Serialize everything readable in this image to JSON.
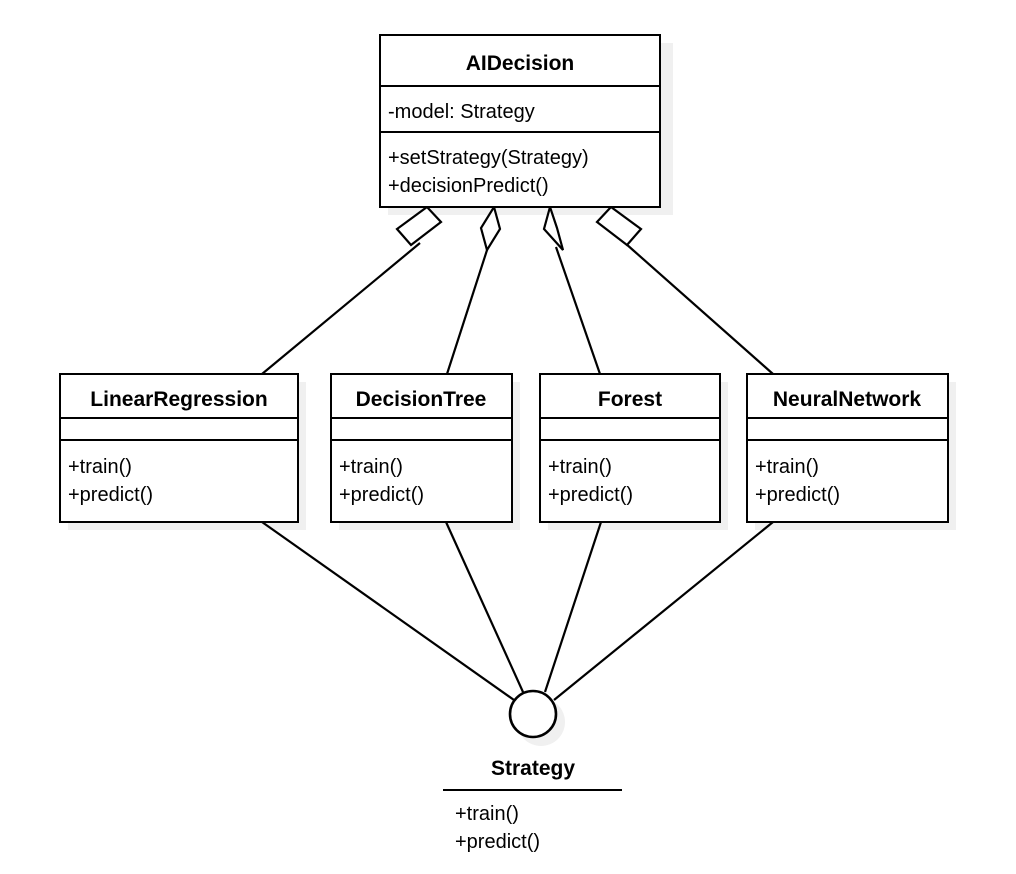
{
  "diagram": {
    "kind": "uml-class-diagram",
    "background_color": "#ffffff",
    "line_color": "#000000",
    "shadow_color": "#f0f0f0",
    "box_fill": "#ffffff"
  },
  "context_class": {
    "name": "AIDecision",
    "attributes": [
      "-model: Strategy"
    ],
    "operations": [
      "+setStrategy(Strategy)",
      "+decisionPredict()"
    ]
  },
  "strategy_classes": [
    {
      "name": "LinearRegression",
      "attributes": [],
      "operations": [
        "+train()",
        "+predict()"
      ]
    },
    {
      "name": "DecisionTree",
      "attributes": [],
      "operations": [
        "+train()",
        "+predict()"
      ]
    },
    {
      "name": "Forest",
      "attributes": [],
      "operations": [
        "+train()",
        "+predict()"
      ]
    },
    {
      "name": "NeuralNetwork",
      "attributes": [],
      "operations": [
        "+train()",
        "+predict()"
      ]
    }
  ],
  "interface": {
    "name": "Strategy",
    "operations": [
      "+train()",
      "+predict()"
    ],
    "notation": "lollipop-circle"
  },
  "relationships": [
    {
      "from": "AIDecision",
      "to": "LinearRegression",
      "type": "aggregation",
      "marker": "hollow-diamond"
    },
    {
      "from": "AIDecision",
      "to": "DecisionTree",
      "type": "aggregation",
      "marker": "hollow-diamond"
    },
    {
      "from": "AIDecision",
      "to": "Forest",
      "type": "aggregation",
      "marker": "hollow-diamond"
    },
    {
      "from": "AIDecision",
      "to": "NeuralNetwork",
      "type": "aggregation",
      "marker": "hollow-diamond"
    },
    {
      "from": "LinearRegression",
      "to": "Strategy",
      "type": "realization",
      "marker": "none"
    },
    {
      "from": "DecisionTree",
      "to": "Strategy",
      "type": "realization",
      "marker": "none"
    },
    {
      "from": "Forest",
      "to": "Strategy",
      "type": "realization",
      "marker": "none"
    },
    {
      "from": "NeuralNetwork",
      "to": "Strategy",
      "type": "realization",
      "marker": "none"
    }
  ]
}
